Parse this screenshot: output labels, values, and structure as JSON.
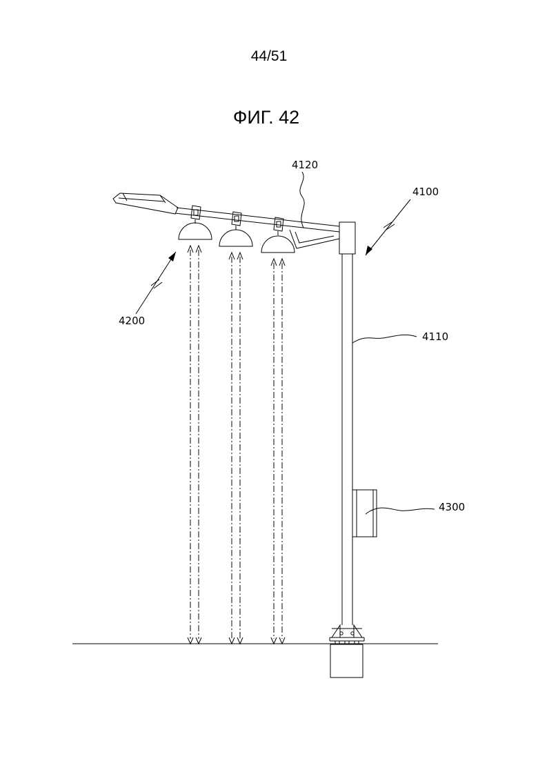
{
  "page_number": "44/51",
  "figure_title": "ФИГ. 42",
  "reference_labels": {
    "pole_assembly": "4100",
    "pole": "4110",
    "arm": "4120",
    "lamp_group": "4200",
    "control_box": "4300"
  },
  "colors": {
    "ink": "#000000",
    "paper": "#ffffff"
  }
}
